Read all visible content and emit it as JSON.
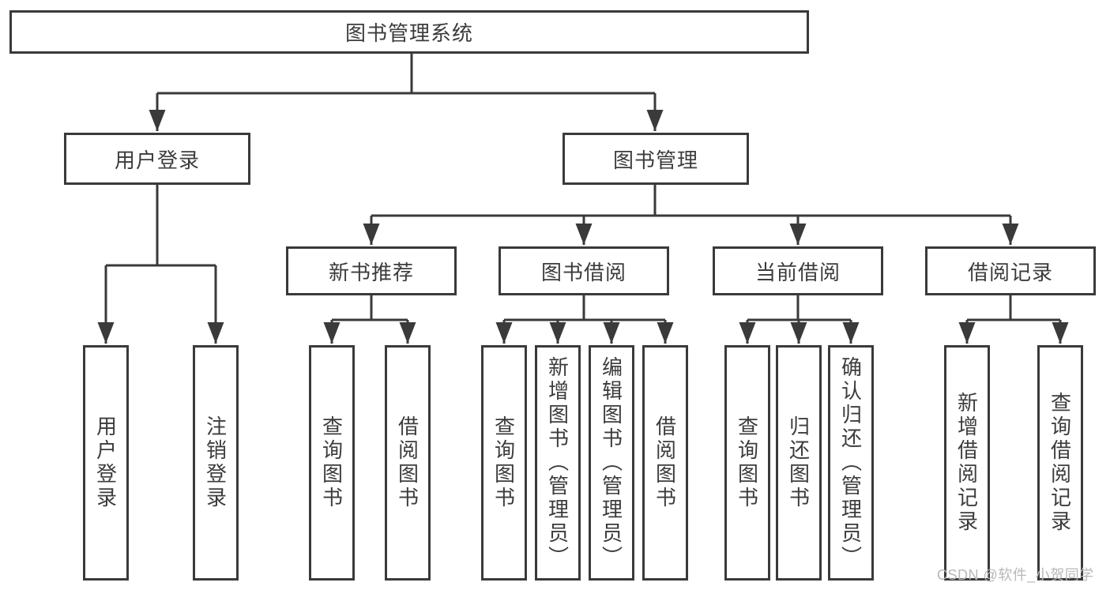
{
  "colors": {
    "line": "#3a3a3a",
    "box_border": "#3a3a3a",
    "text": "#3c3c3c",
    "background": "#ffffff",
    "watermark": "#b8b8b8"
  },
  "watermark": "CSDN @软件_小贺同学",
  "tree": {
    "root": {
      "label": "图书管理系统",
      "children": [
        {
          "label": "用户登录",
          "children": [
            {
              "label": "用户登录"
            },
            {
              "label": "注销登录"
            }
          ]
        },
        {
          "label": "图书管理",
          "children": [
            {
              "label": "新书推荐",
              "children": [
                {
                  "label": "查询图书"
                },
                {
                  "label": "借阅图书"
                }
              ]
            },
            {
              "label": "图书借阅",
              "children": [
                {
                  "label": "查询图书"
                },
                {
                  "label": "新增图书（管理员）"
                },
                {
                  "label": "编辑图书（管理员）"
                },
                {
                  "label": "借阅图书"
                }
              ]
            },
            {
              "label": "当前借阅",
              "children": [
                {
                  "label": "查询图书"
                },
                {
                  "label": "归还图书"
                },
                {
                  "label": "确认归还（管理员）"
                }
              ]
            },
            {
              "label": "借阅记录",
              "children": [
                {
                  "label": "新增借阅记录"
                },
                {
                  "label": "查询借阅记录"
                }
              ]
            }
          ]
        }
      ]
    }
  }
}
